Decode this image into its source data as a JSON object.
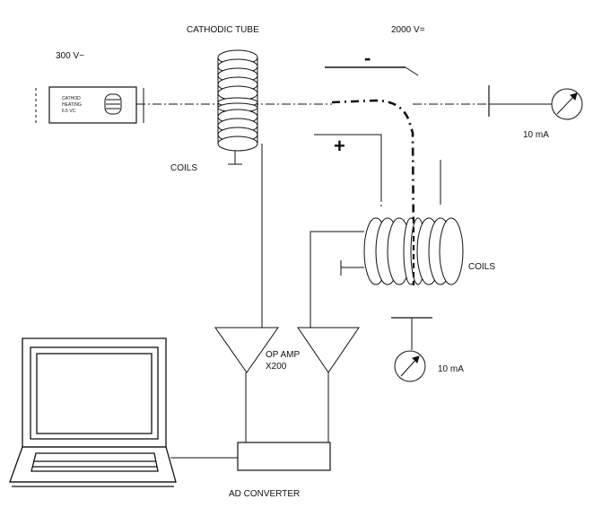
{
  "labels": {
    "cathodic_tube": "CATHODIC TUBE",
    "anode_voltage": "2000 V=",
    "heater_voltage": "300 V~",
    "cathode_box_line1": "CATHOD",
    "cathode_box_line2": "HEATING",
    "cathode_box_line3": "6.5 VC",
    "minus_sign": "-",
    "plus_sign": "+",
    "meter_top_reading": "10 mA",
    "meter_bottom_reading": "10 mA",
    "coils_top": "COILS",
    "coils_right": "COILS",
    "op_amp": "OP AMP",
    "gain": "X200",
    "ad_converter": "AD CONVERTER"
  }
}
